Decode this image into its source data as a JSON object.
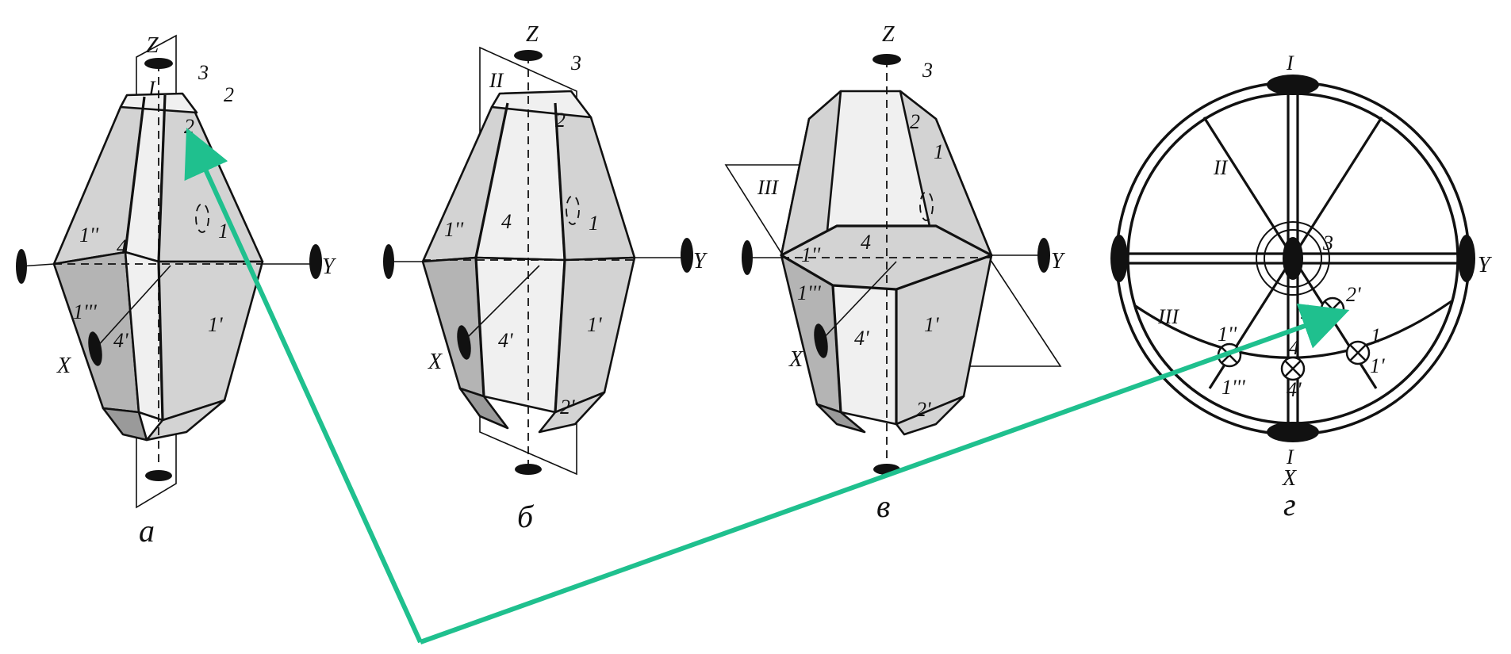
{
  "colors": {
    "arrow": "#1fc08e",
    "face_light": "#f0f0f0",
    "face_mid": "#d3d3d3",
    "face_dark": "#b4b4b4",
    "ink": "#111111"
  },
  "captions": {
    "a": "а",
    "b": "б",
    "v": "в",
    "g": "г"
  },
  "axes": {
    "x": "X",
    "y": "Y",
    "z": "Z"
  },
  "planes": {
    "i": "I",
    "ii": "II",
    "iii": "III"
  },
  "faces": {
    "f1": "1",
    "f1p": "1'",
    "f1pp": "1''",
    "f1ppp": "1'''",
    "f2": "2",
    "f2p": "2'",
    "f3": "3",
    "f4": "4",
    "f4p": "4'"
  },
  "icons": [
    "two-fold-axis-symbol",
    "four-fold-axis-symbol",
    "mirror-plane-line",
    "pole-cross-symbol",
    "pole-circle-symbol",
    "pointer-arrow"
  ]
}
